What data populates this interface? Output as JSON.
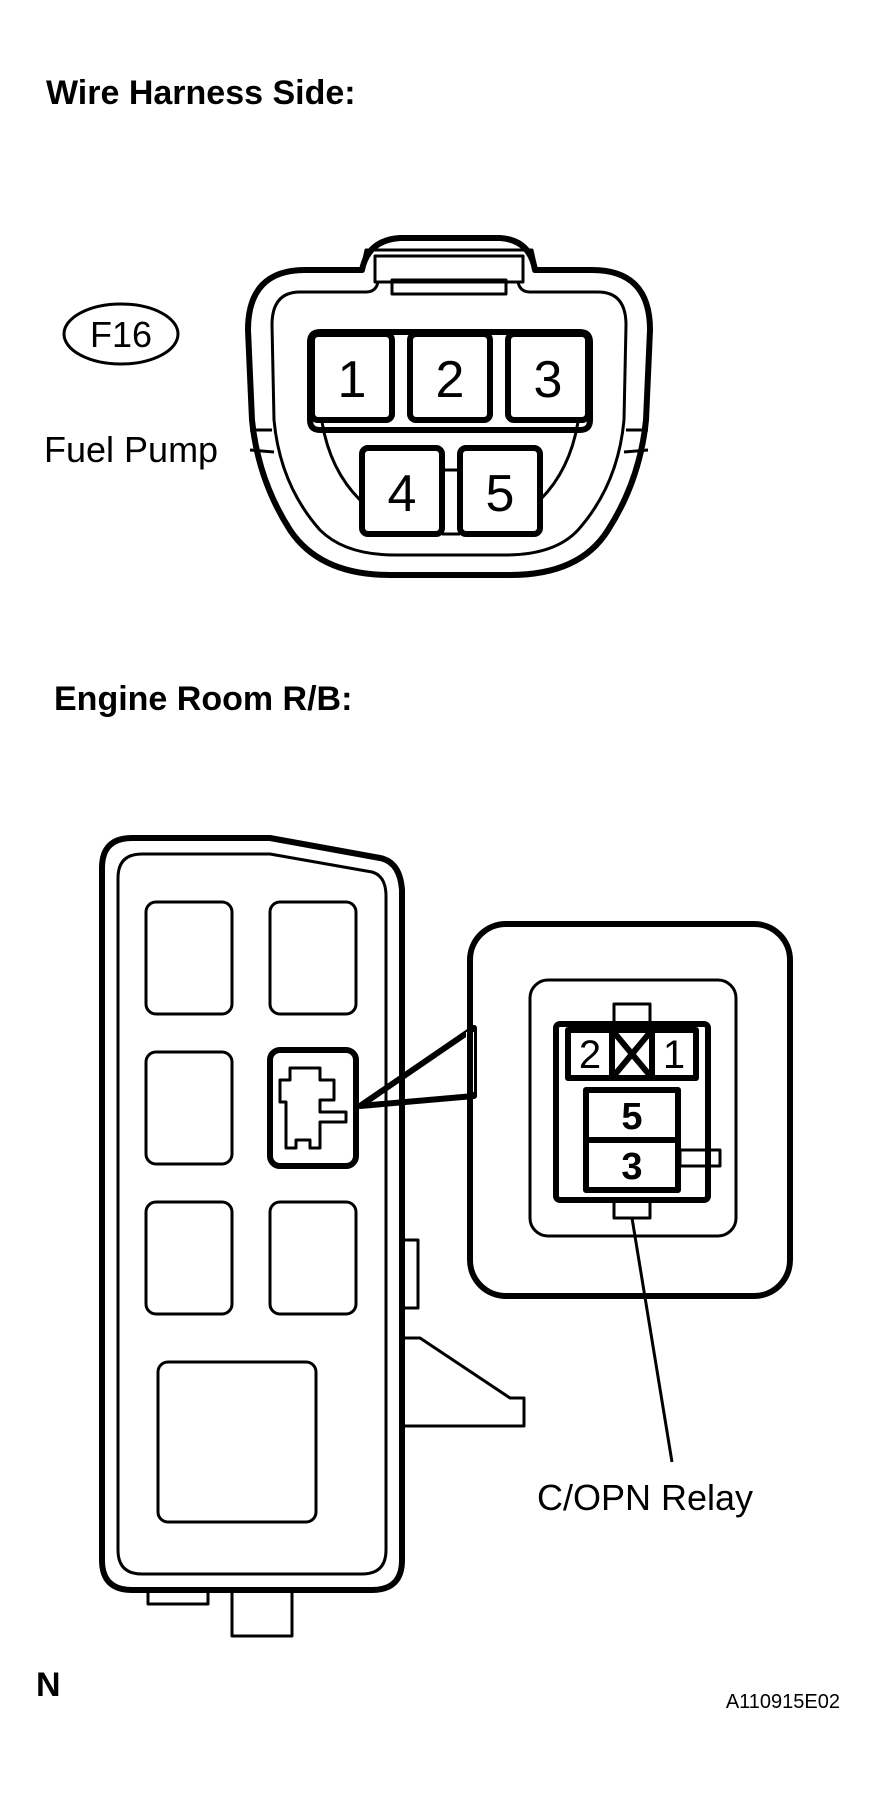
{
  "sections": {
    "wire_harness_title": "Wire Harness Side:",
    "engine_room_title": "Engine Room R/B:"
  },
  "connector": {
    "id": "F16",
    "name": "Fuel Pump",
    "pins": [
      "1",
      "2",
      "3",
      "4",
      "5"
    ]
  },
  "relay_block": {
    "relay_name": "C/OPN Relay",
    "pins": [
      "2",
      "1",
      "5",
      "3"
    ]
  },
  "footer": {
    "orientation": "N",
    "figure_code": "A110915E02"
  }
}
